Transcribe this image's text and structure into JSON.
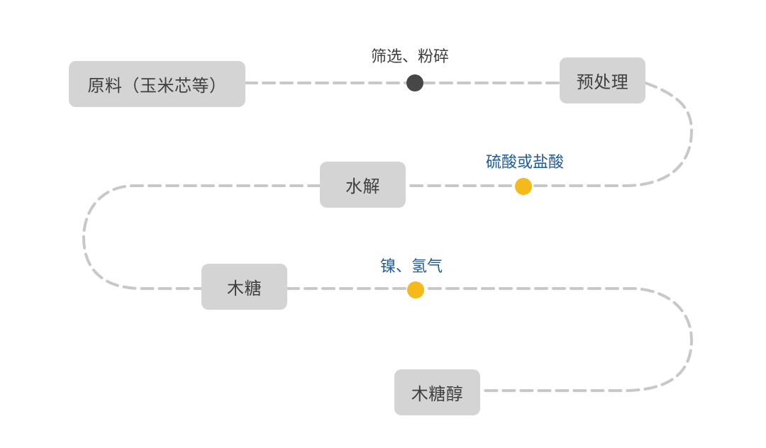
{
  "diagram": {
    "type": "process-flow",
    "steps": [
      {
        "id": "raw",
        "label": "原料（玉米芯等）"
      },
      {
        "id": "pretreat",
        "label": "预处理"
      },
      {
        "id": "hydrolysis",
        "label": "水解"
      },
      {
        "id": "xylose",
        "label": "木糖"
      },
      {
        "id": "xylitol",
        "label": "木糖醇"
      }
    ],
    "connectors": [
      {
        "from": "raw",
        "to": "pretreat",
        "annotation": "筛选、粉碎",
        "marker_color": "#474747",
        "annotation_color": "#3f3f3f"
      },
      {
        "from": "pretreat",
        "to": "hydrolysis",
        "annotation": "硫酸或盐酸",
        "marker_color": "#f6b91b",
        "annotation_color": "#1f5a9b"
      },
      {
        "from": "hydrolysis",
        "to": "xylose",
        "annotation": "",
        "marker_color": "",
        "annotation_color": ""
      },
      {
        "from": "xylose",
        "to": "xylitol",
        "annotation": "镍、氢气",
        "marker_color": "#f6b91b",
        "annotation_color": "#1f5a9b"
      }
    ]
  },
  "colors": {
    "node_fill": "#d4d4d4",
    "node_text": "#3f3f3f",
    "line": "#c8c8c8",
    "accent_yellow": "#f6b91b",
    "dark_marker": "#474747",
    "annotation_blue": "#1f5a9b"
  }
}
